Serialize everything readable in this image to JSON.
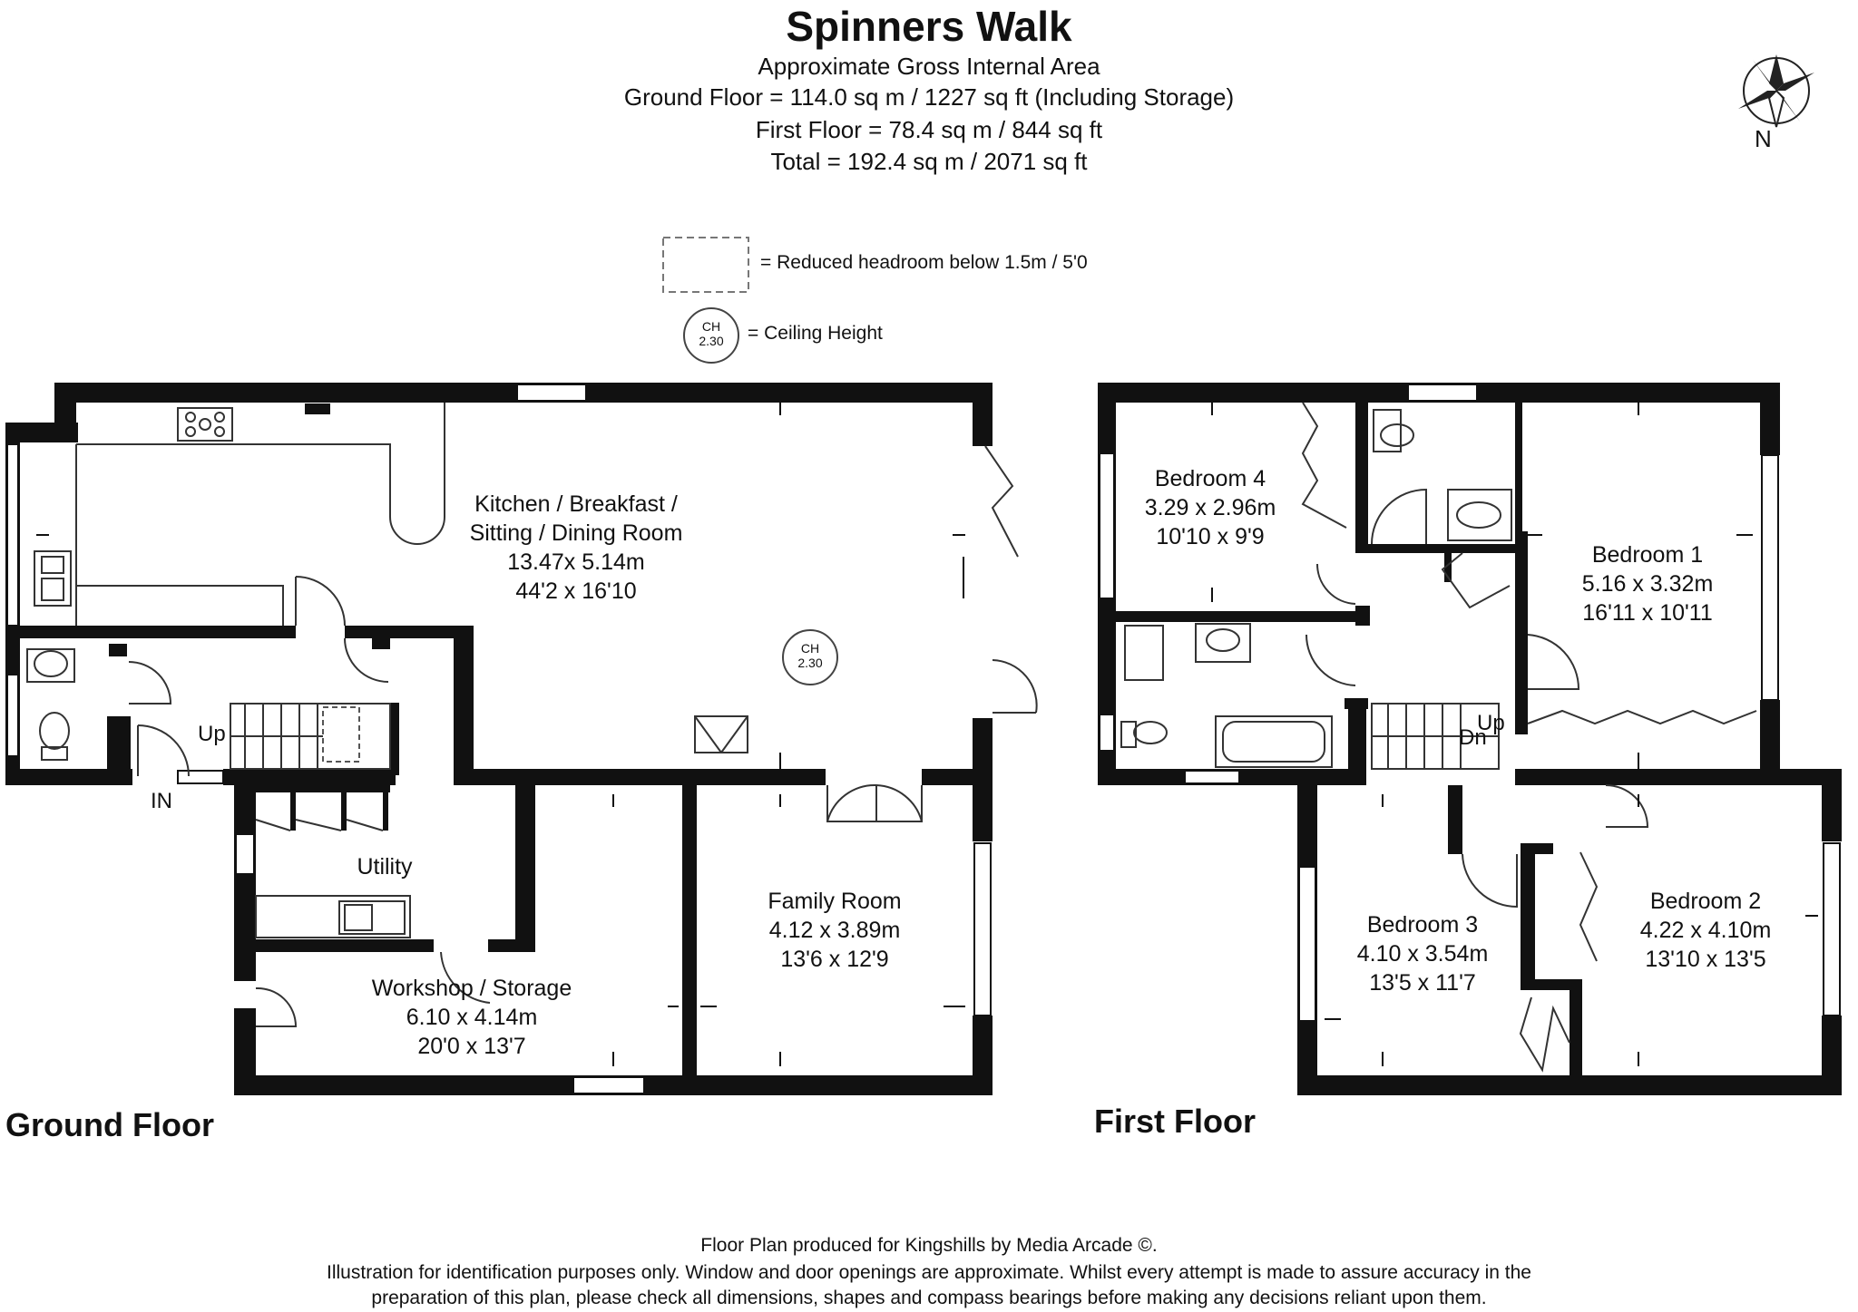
{
  "header": {
    "title": "Spinners Walk",
    "line1": "Approximate Gross Internal Area",
    "line2": "Ground Floor = 114.0 sq m / 1227 sq ft (Including Storage)",
    "line3": "First Floor = 78.4 sq m / 844 sq ft",
    "line4": "Total = 192.4 sq m / 2071 sq ft"
  },
  "compass": {
    "label": "N"
  },
  "legend": {
    "reduced_headroom": "= Reduced headroom below 1.5m / 5'0",
    "ch_top": "CH",
    "ch_value": "2.30",
    "ceiling_height": "= Ceiling Height"
  },
  "ground_floor": {
    "label": "Ground Floor",
    "kitchen": {
      "name1": "Kitchen / Breakfast /",
      "name2": "Sitting / Dining Room",
      "metric": "13.47x 5.14m",
      "imperial": "44'2 x 16'10"
    },
    "ch": {
      "top": "CH",
      "value": "2.30"
    },
    "family": {
      "name": "Family Room",
      "metric": "4.12 x 3.89m",
      "imperial": "13'6 x 12'9"
    },
    "utility": {
      "name": "Utility"
    },
    "workshop": {
      "name": "Workshop / Storage",
      "metric": "6.10 x 4.14m",
      "imperial": "20'0 x 13'7"
    },
    "up": "Up",
    "entrance": "IN"
  },
  "first_floor": {
    "label": "First Floor",
    "bedroom4": {
      "name": "Bedroom 4",
      "metric": "3.29 x 2.96m",
      "imperial": "10'10 x 9'9"
    },
    "bedroom1": {
      "name": "Bedroom 1",
      "metric": "5.16 x 3.32m",
      "imperial": "16'11 x 10'11"
    },
    "bedroom3": {
      "name": "Bedroom 3",
      "metric": "4.10 x 3.54m",
      "imperial": "13'5 x 11'7"
    },
    "bedroom2": {
      "name": "Bedroom 2",
      "metric": "4.22 x 4.10m",
      "imperial": "13'10 x 13'5"
    },
    "up": "Up",
    "down": "Dn"
  },
  "footer": {
    "line1": "Floor Plan produced for Kingshills by Media Arcade ©.",
    "line2": "Illustration for identification purposes only. Window and door openings are approximate. Whilst every attempt is made to assure accuracy in the",
    "line3": "preparation of this plan, please check all dimensions, shapes and compass bearings before making any decisions reliant upon them."
  }
}
